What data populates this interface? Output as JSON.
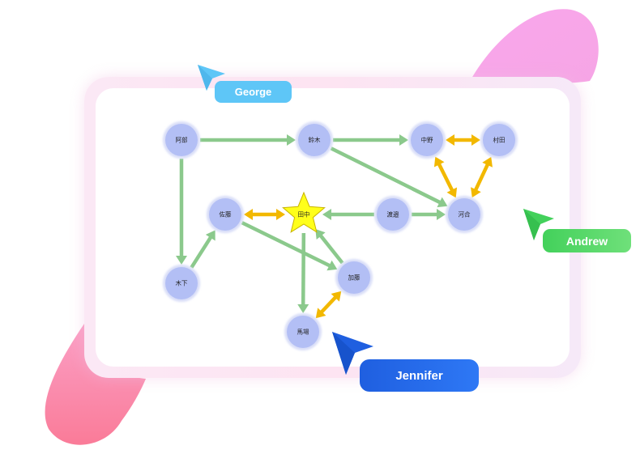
{
  "nodes": [
    {
      "id": "abe",
      "label": "阿部"
    },
    {
      "id": "suzuki",
      "label": "鈴木"
    },
    {
      "id": "nakano",
      "label": "中野"
    },
    {
      "id": "murata",
      "label": "村田"
    },
    {
      "id": "sato",
      "label": "佐藤"
    },
    {
      "id": "tanaka",
      "label": "田中"
    },
    {
      "id": "watanabe",
      "label": "渡邉"
    },
    {
      "id": "kawai",
      "label": "河合"
    },
    {
      "id": "kinoshita",
      "label": "木下"
    },
    {
      "id": "kato",
      "label": "加藤"
    },
    {
      "id": "baba",
      "label": "馬場"
    }
  ],
  "edges": [
    {
      "from": "abe",
      "to": "suzuki",
      "kind": "directed",
      "color": "#8bc98c"
    },
    {
      "from": "suzuki",
      "to": "nakano",
      "kind": "directed",
      "color": "#8bc98c"
    },
    {
      "from": "suzuki",
      "to": "kawai",
      "kind": "directed",
      "color": "#8bc98c"
    },
    {
      "from": "abe",
      "to": "kinoshita",
      "kind": "directed",
      "color": "#8bc98c"
    },
    {
      "from": "kinoshita",
      "to": "sato",
      "kind": "directed",
      "color": "#8bc98c"
    },
    {
      "from": "sato",
      "to": "kato",
      "kind": "directed",
      "color": "#8bc98c"
    },
    {
      "from": "watanabe",
      "to": "tanaka",
      "kind": "directed",
      "color": "#8bc98c"
    },
    {
      "from": "watanabe",
      "to": "kawai",
      "kind": "directed",
      "color": "#8bc98c"
    },
    {
      "from": "tanaka",
      "to": "baba",
      "kind": "directed",
      "color": "#8bc98c"
    },
    {
      "from": "kato",
      "to": "tanaka",
      "kind": "directed",
      "color": "#8bc98c"
    },
    {
      "from": "nakano",
      "to": "murata",
      "kind": "bidirectional",
      "color": "#f2b800"
    },
    {
      "from": "nakano",
      "to": "kawai",
      "kind": "bidirectional",
      "color": "#f2b800"
    },
    {
      "from": "murata",
      "to": "kawai",
      "kind": "bidirectional",
      "color": "#f2b800"
    },
    {
      "from": "sato",
      "to": "tanaka",
      "kind": "bidirectional",
      "color": "#f2b800"
    },
    {
      "from": "kato",
      "to": "baba",
      "kind": "bidirectional",
      "color": "#f2b800"
    }
  ],
  "highlighted_node": "tanaka",
  "colors": {
    "node_fill": "#b3bff5",
    "node_ring": "#d9def8",
    "star_fill": "#ffff1a",
    "star_stroke": "#c8b400",
    "blob_pink": "#f8a8ea",
    "blob_red": "#fb7f9d"
  },
  "collaborators": [
    {
      "name": "George",
      "color": "#5ec6f7",
      "icon": "cursor-arrow-icon"
    },
    {
      "name": "Andrew",
      "color": "#43d15b",
      "icon": "cursor-arrow-icon"
    },
    {
      "name": "Jennifer",
      "color": "#1f5fe0",
      "icon": "cursor-arrow-icon"
    }
  ]
}
